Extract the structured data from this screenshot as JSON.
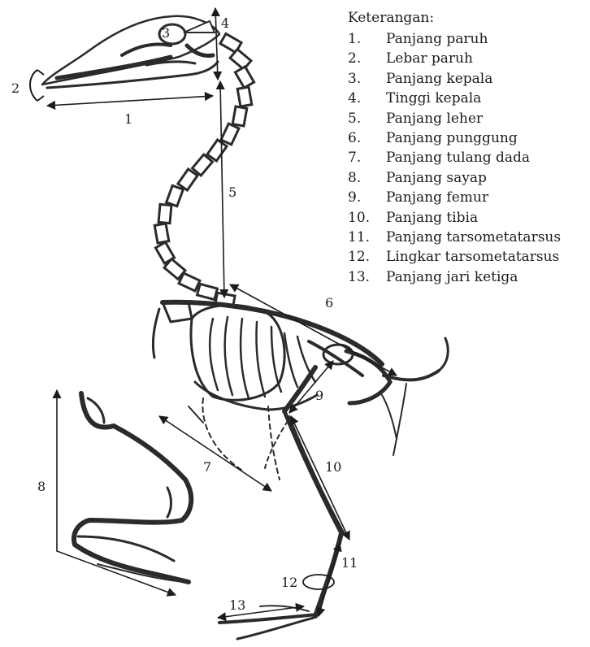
{
  "legend": {
    "title": "Keterangan:",
    "items": [
      {
        "num": "1.",
        "text": "Panjang paruh"
      },
      {
        "num": "2.",
        "text": "Lebar paruh"
      },
      {
        "num": "3.",
        "text": "Panjang kepala"
      },
      {
        "num": "4.",
        "text": "Tinggi kepala"
      },
      {
        "num": "5.",
        "text": "Panjang leher"
      },
      {
        "num": "6.",
        "text": "Panjang punggung"
      },
      {
        "num": "7.",
        "text": "Panjang tulang dada"
      },
      {
        "num": "8.",
        "text": "Panjang sayap"
      },
      {
        "num": "9.",
        "text": "Panjang femur"
      },
      {
        "num": "10.",
        "text": "Panjang tibia"
      },
      {
        "num": "11.",
        "text": "Panjang tarsometatarsus"
      },
      {
        "num": "12.",
        "text": "Lingkar tarsometatarsus"
      },
      {
        "num": "13.",
        "text": "Panjang jari ketiga"
      }
    ]
  },
  "labels": {
    "l1": "1",
    "l2": "2",
    "l3": "3",
    "l4": "4",
    "l5": "5",
    "l6": "6",
    "l7": "7",
    "l8": "8",
    "l9": "9",
    "l10": "10",
    "l11": "11",
    "l12": "12",
    "l13": "13"
  },
  "colors": {
    "ink": "#1c1c1c",
    "bone": "#2b2b2b"
  }
}
